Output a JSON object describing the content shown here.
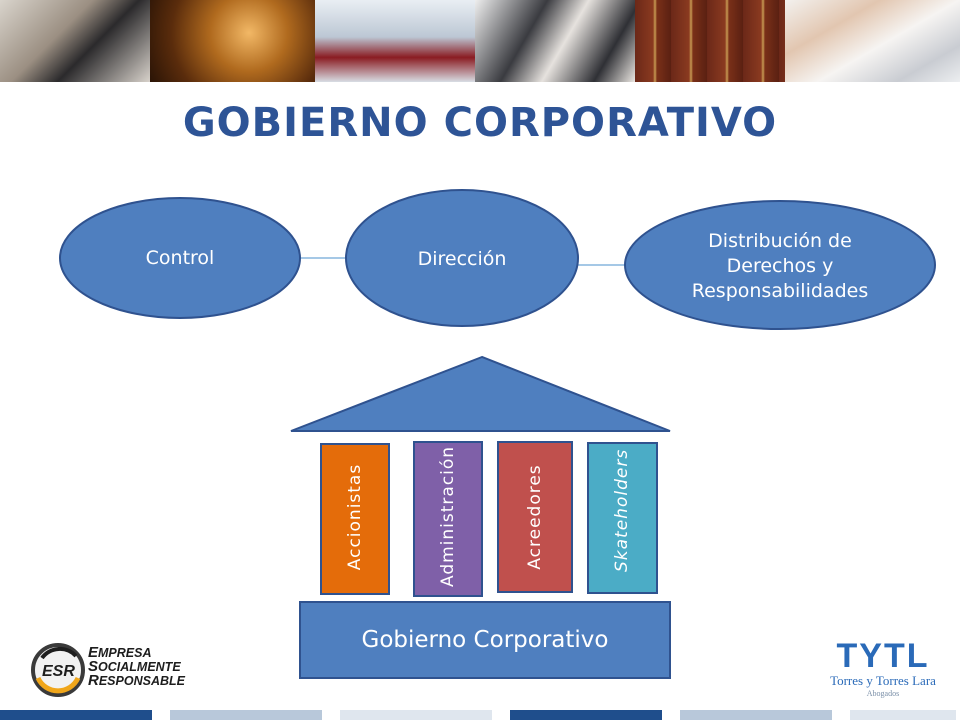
{
  "banner": {
    "photos": [
      "handshake-photo",
      "gavel-photo",
      "conference-room-photo",
      "meeting-photo",
      "law-books-photo",
      "calculator-photo"
    ]
  },
  "title": "GOBIERNO CORPORATIVO",
  "ovals": {
    "control": "Control",
    "direccion": "Dirección",
    "distribucion": [
      "Distribución de",
      "Derechos  y",
      "Responsabilidades"
    ]
  },
  "pillars": [
    {
      "label": "Accionistas",
      "color": "#e46c0a"
    },
    {
      "label": "Administración",
      "color": "#7f60a8"
    },
    {
      "label": "Acreedores",
      "color": "#c0504d"
    },
    {
      "label": "Skateholders",
      "color": "#4bacc6"
    }
  ],
  "base_label": "Gobierno Corporativo",
  "esr": {
    "badge": "ESR",
    "line1": "MPRESA",
    "line2": "OCIALMENTE",
    "line3": "ESPONSABLE",
    "initials": [
      "E",
      "S",
      "R"
    ]
  },
  "tytl": {
    "logo": "TYTL",
    "name": "Torres y Torres Lara",
    "sub": "Abogados"
  },
  "colors": {
    "title": "#2e5496",
    "shape_fill": "#4f7fbf",
    "shape_stroke": "#2f528f"
  }
}
